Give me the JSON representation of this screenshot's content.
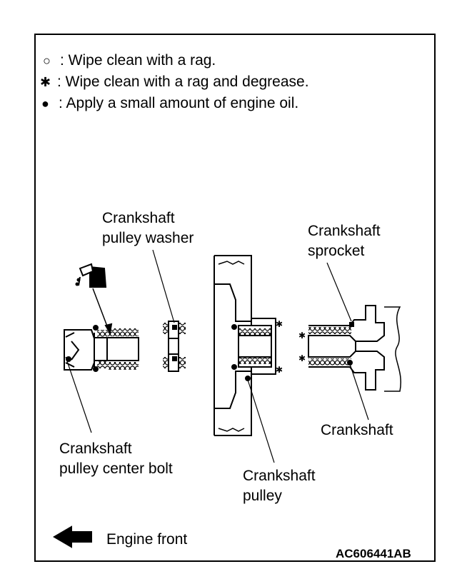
{
  "legend": [
    {
      "symbol": "○",
      "symbol_name": "open-circle-icon",
      "text": ": Wipe clean with a rag."
    },
    {
      "symbol": "✱",
      "symbol_name": "asterisk-icon",
      "text": ": Wipe clean with a rag and degrease."
    },
    {
      "symbol": "●",
      "symbol_name": "filled-dot-icon",
      "text": ": Apply a small amount of engine oil."
    }
  ],
  "labels": {
    "washer": [
      "Crankshaft",
      "pulley washer"
    ],
    "sprocket": [
      "Crankshaft",
      "sprocket"
    ],
    "crankshaft": "Crankshaft",
    "bolt": [
      "Crankshaft",
      "pulley center bolt"
    ],
    "pulley": [
      "Crankshaft",
      "pulley"
    ],
    "engine_front": "Engine front"
  },
  "figure_code": "AC606441AB",
  "icons": {
    "oil_can": "oil-can-icon",
    "front_arrow": "left-arrow-icon"
  }
}
